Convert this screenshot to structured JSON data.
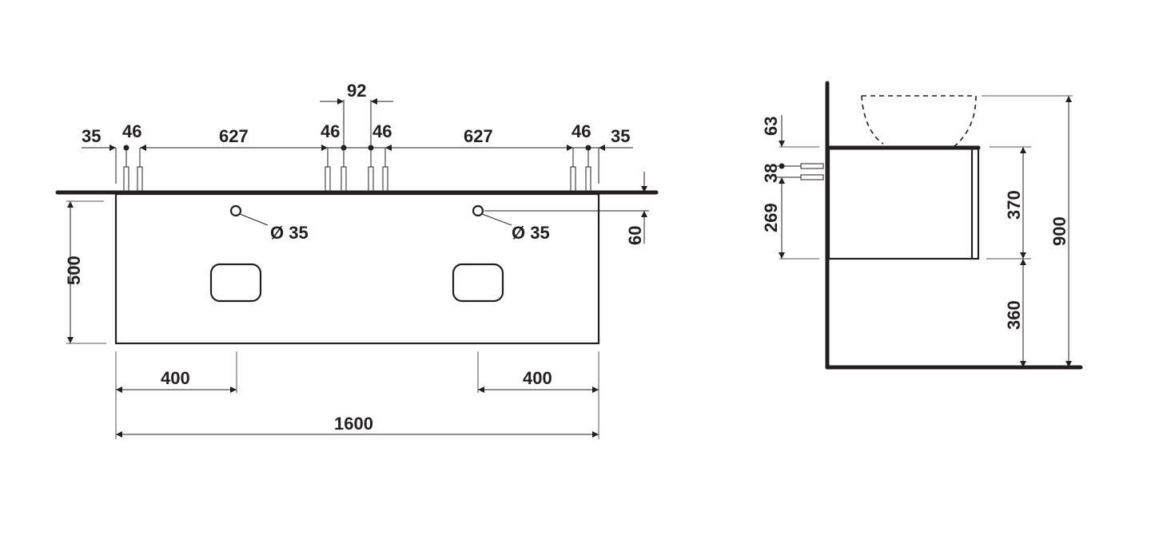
{
  "drawing": {
    "front_view": {
      "top_dimensions": {
        "left_edge": "35",
        "left_pair": "46",
        "left_span": "627",
        "center_left_pair": "46",
        "center_spacing": "92",
        "center_right_pair": "46",
        "right_span": "627",
        "right_pair": "46",
        "right_edge": "35"
      },
      "holes": [
        {
          "label": "Ø 35"
        },
        {
          "label": "Ø 35"
        }
      ],
      "hole_offset_from_top": "60",
      "height": "500",
      "bottom_dimensions": {
        "left_offset": "400",
        "right_offset": "400",
        "total_width": "1600"
      }
    },
    "side_view": {
      "basin_to_top": "63",
      "bracket_spacing": "38",
      "bracket_to_bottom": "269",
      "cabinet_height": "370",
      "below_cabinet": "360",
      "total_height": "900"
    }
  }
}
